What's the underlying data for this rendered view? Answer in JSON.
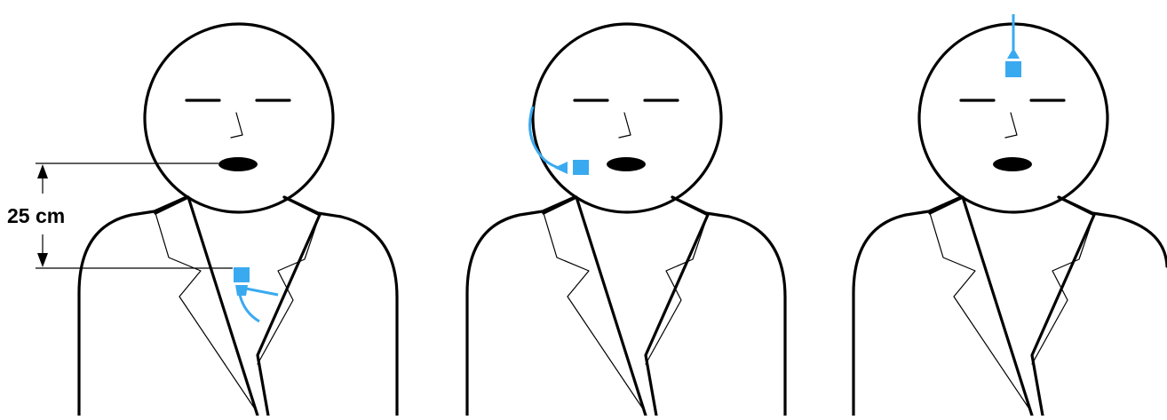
{
  "diagram": {
    "dimension_label": "25 cm",
    "figures": [
      {
        "id": "lapel",
        "mic_placement": "lapel"
      },
      {
        "id": "headset",
        "mic_placement": "cheek"
      },
      {
        "id": "forehead",
        "mic_placement": "forehead"
      }
    ]
  },
  "colors": {
    "microphone": "#3aaaf0",
    "line": "#000000",
    "background": "#ffffff"
  },
  "icons": {
    "figure": "person-outline",
    "microphone": "microphone-icon",
    "arrow_up": "arrow-up-icon",
    "arrow_down": "arrow-down-icon"
  }
}
